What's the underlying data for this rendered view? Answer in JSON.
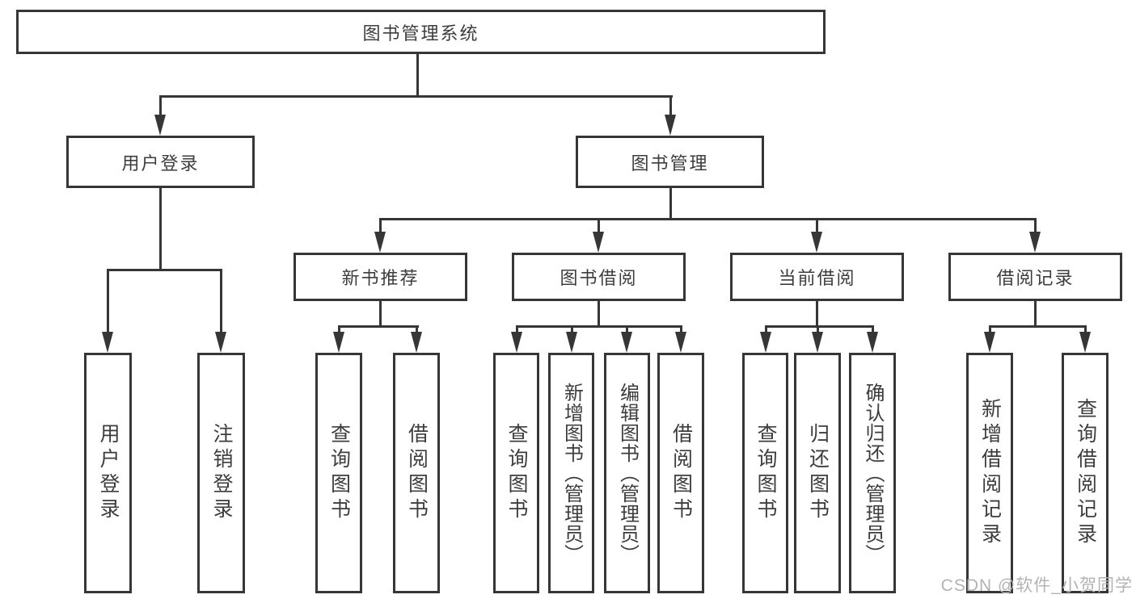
{
  "diagram": {
    "type": "hierarchy-tree",
    "root": {
      "label": "图书管理系统"
    },
    "level2": {
      "user_login": {
        "label": "用户登录"
      },
      "book_mgmt": {
        "label": "图书管理"
      }
    },
    "level3": {
      "new_book_rec": {
        "label": "新书推荐"
      },
      "book_borrow": {
        "label": "图书借阅"
      },
      "current_borrow": {
        "label": "当前借阅"
      },
      "borrow_records": {
        "label": "借阅记录"
      }
    },
    "leaves": {
      "user_login_leaf": {
        "label": "用户登录"
      },
      "logout_leaf": {
        "label": "注销登录"
      },
      "nbr_query": {
        "label": "查询图书"
      },
      "nbr_borrow": {
        "label": "借阅图书"
      },
      "bb_query": {
        "label": "查询图书"
      },
      "bb_add": {
        "label": "新增图书（管理员）"
      },
      "bb_edit": {
        "label": "编辑图书（管理员）"
      },
      "bb_borrow": {
        "label": "借阅图书"
      },
      "cb_query": {
        "label": "查询图书"
      },
      "cb_return": {
        "label": "归还图书"
      },
      "cb_confirm": {
        "label": "确认归还（管理员）"
      },
      "br_add": {
        "label": "新增借阅记录"
      },
      "br_query": {
        "label": "查询借阅记录"
      }
    },
    "hierarchy": {
      "图书管理系统": [
        "用户登录",
        "图书管理"
      ],
      "用户登录": [
        "用户登录",
        "注销登录"
      ],
      "图书管理": [
        "新书推荐",
        "图书借阅",
        "当前借阅",
        "借阅记录"
      ],
      "新书推荐": [
        "查询图书",
        "借阅图书"
      ],
      "图书借阅": [
        "查询图书",
        "新增图书（管理员）",
        "编辑图书（管理员）",
        "借阅图书"
      ],
      "当前借阅": [
        "查询图书",
        "归还图书",
        "确认归还（管理员）"
      ],
      "借阅记录": [
        "新增借阅记录",
        "查询借阅记录"
      ]
    }
  },
  "colors": {
    "box_border": "#363636",
    "connector_line": "#363636",
    "text": "#3d3d3d",
    "background": "#ffffff",
    "watermark": "#b3b3b3"
  },
  "watermark": {
    "text": "CSDN @软件_小贺同学"
  }
}
